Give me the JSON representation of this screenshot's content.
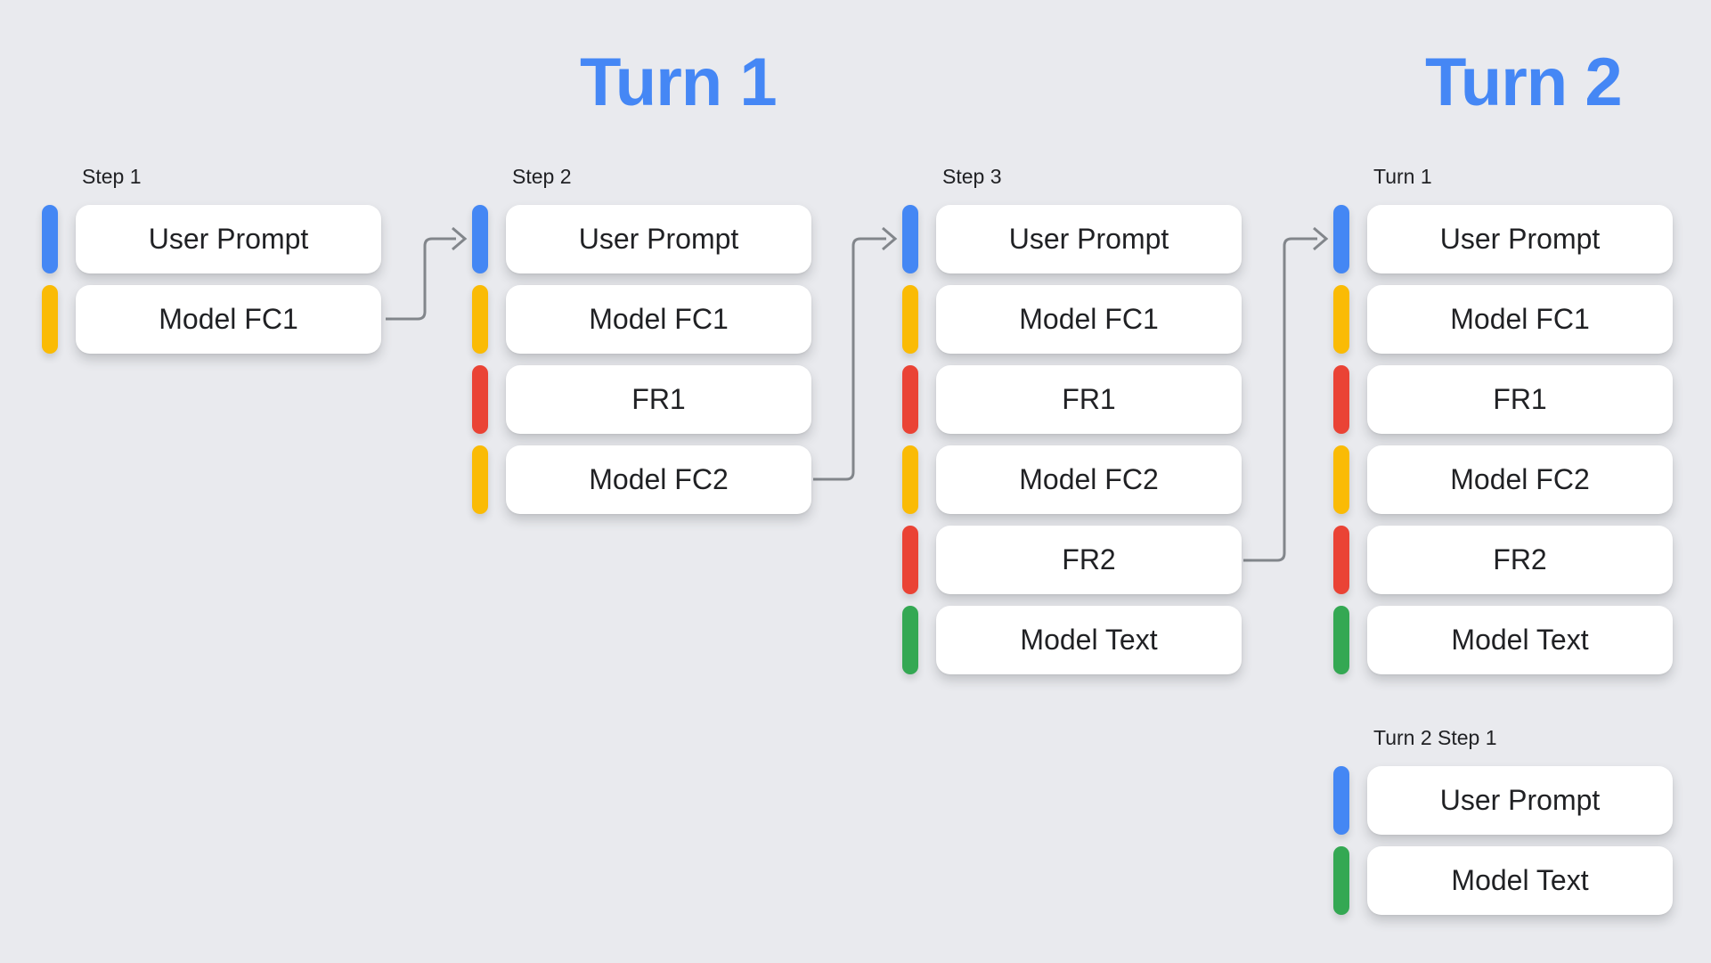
{
  "colors": {
    "background": "#E9EAEE",
    "title_blue": "#4587F5",
    "arrow_gray": "#82868B",
    "box_bg": "#FFFFFF",
    "box_text": "#202124",
    "label_text": "#202124",
    "blue": "#4487F4",
    "yellow": "#FABB05",
    "red": "#EA4335",
    "green": "#34A853"
  },
  "titles": {
    "turn1": "Turn 1",
    "turn2": "Turn 2"
  },
  "groups": [
    {
      "label": "Step 1",
      "items": [
        {
          "text": "User Prompt",
          "color": "blue"
        },
        {
          "text": "Model FC1",
          "color": "yellow"
        }
      ]
    },
    {
      "label": "Step 2",
      "items": [
        {
          "text": "User Prompt",
          "color": "blue"
        },
        {
          "text": "Model FC1",
          "color": "yellow"
        },
        {
          "text": "FR1",
          "color": "red"
        },
        {
          "text": "Model FC2",
          "color": "yellow"
        }
      ]
    },
    {
      "label": "Step 3",
      "items": [
        {
          "text": "User Prompt",
          "color": "blue"
        },
        {
          "text": "Model FC1",
          "color": "yellow"
        },
        {
          "text": "FR1",
          "color": "red"
        },
        {
          "text": "Model FC2",
          "color": "yellow"
        },
        {
          "text": "FR2",
          "color": "red"
        },
        {
          "text": "Model Text",
          "color": "green"
        }
      ]
    },
    {
      "label": "Turn 1",
      "items": [
        {
          "text": "User Prompt",
          "color": "blue"
        },
        {
          "text": "Model FC1",
          "color": "yellow"
        },
        {
          "text": "FR1",
          "color": "red"
        },
        {
          "text": "Model FC2",
          "color": "yellow"
        },
        {
          "text": "FR2",
          "color": "red"
        },
        {
          "text": "Model Text",
          "color": "green"
        }
      ]
    },
    {
      "label": "Turn 2 Step 1",
      "items": [
        {
          "text": "User Prompt",
          "color": "blue"
        },
        {
          "text": "Model Text",
          "color": "green"
        }
      ]
    }
  ],
  "connectors": [
    {
      "from": "Step 1 / Model FC1",
      "to": "Step 2 / User Prompt"
    },
    {
      "from": "Step 2 / Model FC2",
      "to": "Step 3 / User Prompt"
    },
    {
      "from": "Step 3 / FR2",
      "to": "Turn 1 / User Prompt"
    }
  ]
}
